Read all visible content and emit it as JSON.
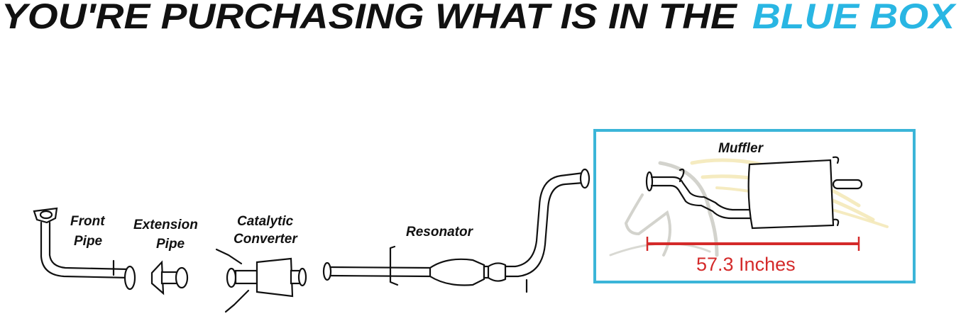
{
  "title": {
    "main": "YOU'RE PURCHASING WHAT IS IN THE",
    "highlight": "BLUE BOX"
  },
  "parts": {
    "front_pipe": [
      "Front",
      "Pipe"
    ],
    "extension_pipe": [
      "Extension",
      "Pipe"
    ],
    "catalytic_converter": [
      "Catalytic",
      "Converter"
    ],
    "resonator": "Resonator",
    "muffler": "Muffler"
  },
  "measurement": "57.3 Inches",
  "colors": {
    "accent_blue": "#29b6e3",
    "box_border": "#3bb5d8",
    "measure_red": "#d42a2a",
    "text": "#111111"
  }
}
